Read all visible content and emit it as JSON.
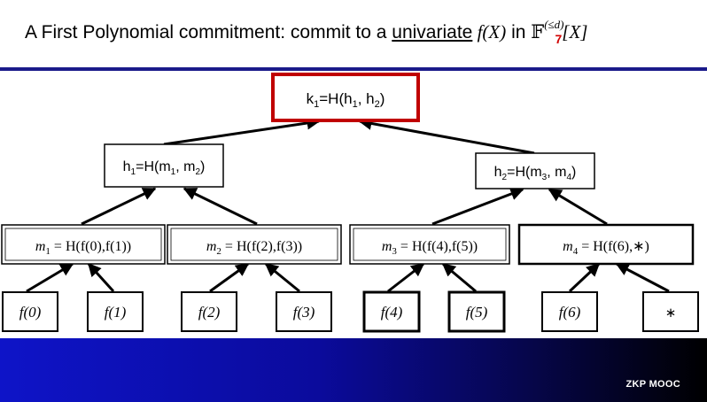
{
  "title": {
    "prefix": "A First Polynomial commitment:  commit to a ",
    "underlined": "univariate",
    "fx": " f(X)",
    "in": "  in  ",
    "field": "𝔽",
    "field_sub": "7",
    "field_sup": "(≤d)",
    "field_suffix": "[X]"
  },
  "footer": {
    "label": "ZKP MOOC"
  },
  "tree": {
    "root": {
      "pre": "k",
      "s1": "1",
      "mid": "=H(h",
      "s2": "1",
      "mid2": ", h",
      "s3": "2",
      "post": ")"
    },
    "h1": {
      "pre": "h",
      "s1": "1",
      "mid": "=H(m",
      "s2": "1",
      "mid2": ", m",
      "s3": "2",
      "post": ")"
    },
    "h2": {
      "pre": "h",
      "s1": "2",
      "mid": "=H(m",
      "s2": "3",
      "mid2": ", m",
      "s3": "4",
      "post": ")"
    },
    "m_nodes": [
      {
        "var": "m",
        "sub": "1",
        "expr": " = H(f(0),f(1))"
      },
      {
        "var": "m",
        "sub": "2",
        "expr": " = H(f(2),f(3))"
      },
      {
        "var": "m",
        "sub": "3",
        "expr": " = H(f(4),f(5))"
      },
      {
        "var": "m",
        "sub": "4",
        "expr": " = H(f(6),∗)"
      }
    ],
    "leaves": [
      "f(0)",
      "f(1)",
      "f(2)",
      "f(3)",
      "f(4)",
      "f(5)",
      "f(6)",
      "∗"
    ]
  },
  "colors": {
    "root_border": "#c00000",
    "title_rule": "#1a1a8a",
    "field_subscript": "#d10000"
  }
}
